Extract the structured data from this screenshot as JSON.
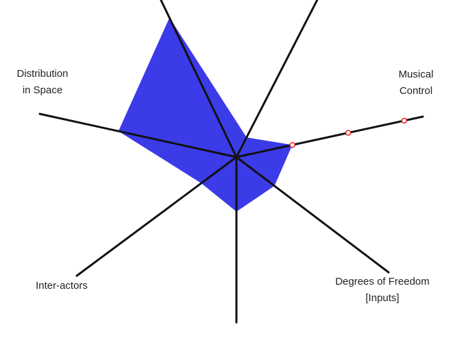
{
  "colors": {
    "background": "#ffffff",
    "polygon_fill": "#3b3be8",
    "axis": "#111111",
    "marker_stroke": "#e03030"
  },
  "chart_data": {
    "type": "radar",
    "title": "",
    "axes": [
      {
        "name": "Distribution in Space",
        "label_lines": [
          "Distribution",
          "in Space"
        ]
      },
      {
        "name": "",
        "label_lines": []
      },
      {
        "name": "",
        "label_lines": []
      },
      {
        "name": "Musical Control",
        "label_lines": [
          "Musical",
          "Control"
        ]
      },
      {
        "name": "Degrees of Freedom [Inputs]",
        "label_lines": [
          "Degrees of Freedom",
          "[Inputs]"
        ]
      },
      {
        "name": "",
        "label_lines": []
      },
      {
        "name": "Inter-actors",
        "label_lines": [
          "Inter-actors"
        ]
      }
    ],
    "series": [
      {
        "values": [
          0.6,
          0.85,
          0.12,
          0.3,
          0.25,
          0.33,
          0.22
        ]
      }
    ],
    "scale_markers_on_axis": "Musical Control",
    "scale_marker_values": [
      0.3,
      0.6,
      0.9
    ]
  }
}
